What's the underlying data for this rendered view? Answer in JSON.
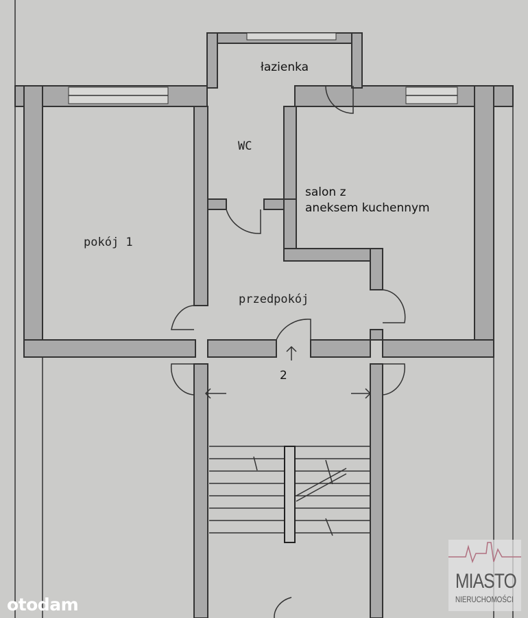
{
  "rooms": {
    "bathroom": "łazienka",
    "wc": "WC",
    "living_line1": "salon z",
    "living_line2": "aneksem kuchennym",
    "room1": "pokój 1",
    "hall": "przedpokój",
    "entrance_number": "2"
  },
  "watermark": {
    "brand": "otodam"
  },
  "logo": {
    "title": "MIASTO",
    "subtitle": "NIERUCHOMOŚCI",
    "color": "#b07080"
  }
}
